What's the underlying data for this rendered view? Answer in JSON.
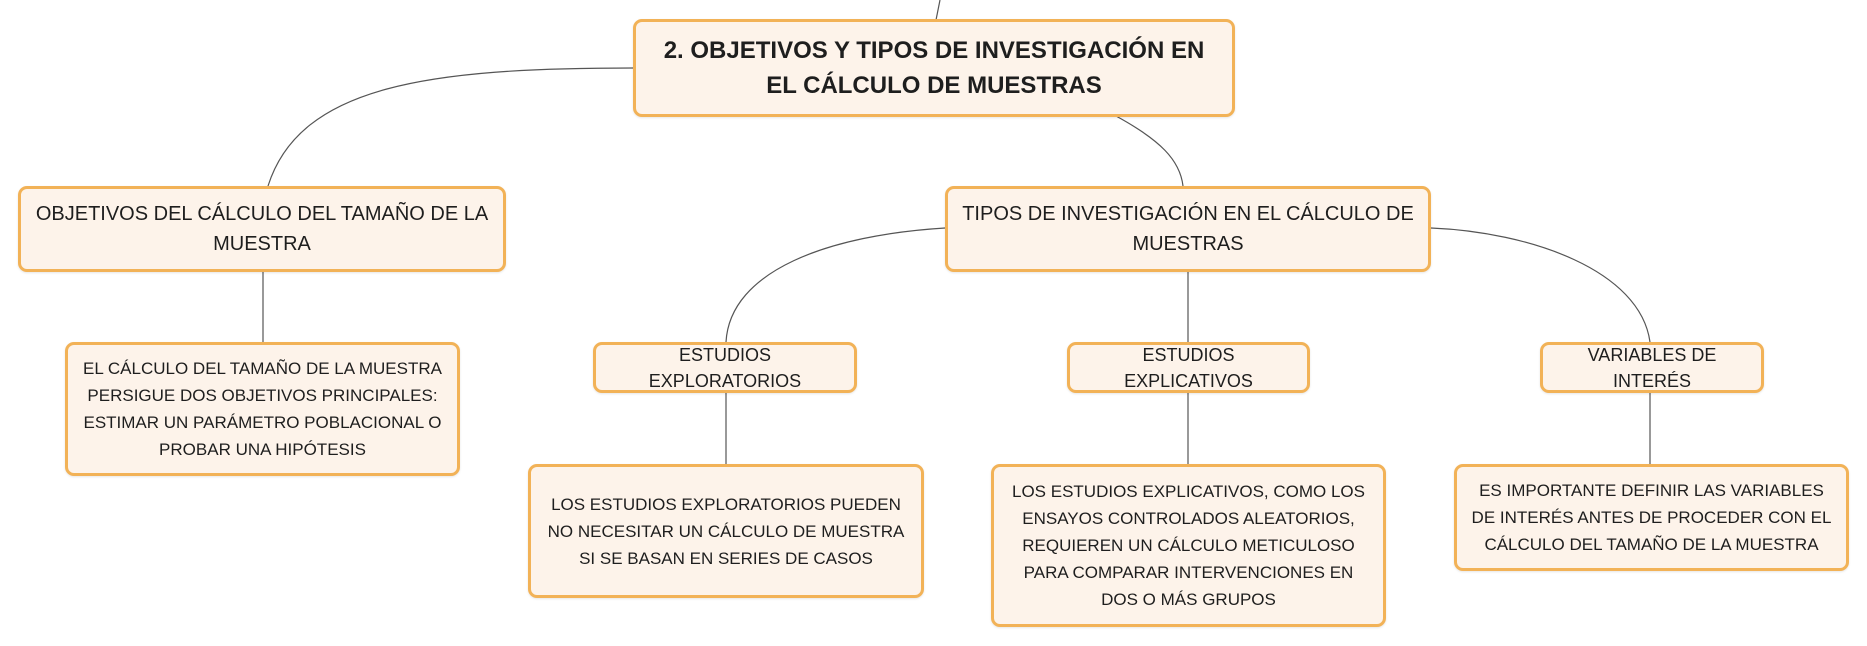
{
  "colors": {
    "node_fill": "#fdf3ea",
    "node_border": "#f2b257",
    "connector": "#555555",
    "text": "#1e1e1e"
  },
  "map": {
    "root": "2. OBJETIVOS Y TIPOS DE INVESTIGACIÓN EN EL CÁLCULO DE MUESTRAS",
    "objectives": {
      "title": "OBJETIVOS DEL CÁLCULO DEL TAMAÑO DE LA MUESTRA",
      "detail": "EL CÁLCULO DEL TAMAÑO DE LA MUESTRA PERSIGUE DOS OBJETIVOS PRINCIPALES: ESTIMAR UN PARÁMETRO POBLACIONAL O PROBAR UNA HIPÓTESIS"
    },
    "types": {
      "title": "TIPOS DE INVESTIGACIÓN EN EL CÁLCULO DE MUESTRAS",
      "exploratory": {
        "title": "ESTUDIOS EXPLORATORIOS",
        "detail": "LOS ESTUDIOS EXPLORATORIOS PUEDEN NO NECESITAR UN CÁLCULO DE MUESTRA SI SE BASAN EN SERIES DE CASOS"
      },
      "explanatory": {
        "title": "ESTUDIOS EXPLICATIVOS",
        "detail": "LOS ESTUDIOS EXPLICATIVOS, COMO LOS ENSAYOS CONTROLADOS ALEATORIOS, REQUIEREN UN CÁLCULO METICULOSO PARA COMPARAR INTERVENCIONES EN DOS O MÁS GRUPOS"
      },
      "variables": {
        "title": "VARIABLES DE INTERÉS",
        "detail": "ES IMPORTANTE DEFINIR LAS VARIABLES DE INTERÉS ANTES DE PROCEDER CON EL CÁLCULO DEL TAMAÑO DE LA MUESTRA"
      }
    }
  }
}
